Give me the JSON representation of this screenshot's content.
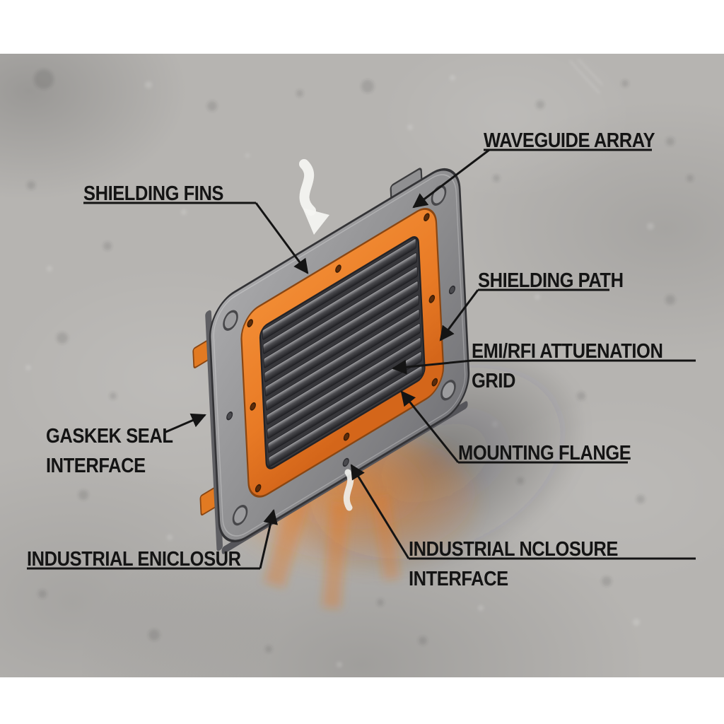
{
  "diagram": {
    "labels": [
      {
        "id": "waveguide-array",
        "text": "WAVEGUIDE ARRAY"
      },
      {
        "id": "shielding-fins",
        "text": "SHIELDING FINS"
      },
      {
        "id": "shielding-path",
        "text": "SHIELDING PATH"
      },
      {
        "id": "emi-rfi-attenuation-grid",
        "text": "EMI/RFI ATTUENATION GRID"
      },
      {
        "id": "gasket-seal-interface",
        "text": "GASKEK SEAL\nINTERFACE"
      },
      {
        "id": "mounting-flange",
        "text": "MOUNTING FLANGE"
      },
      {
        "id": "industrial-enclosure",
        "text": "INDUSTRIAL ENICLOSUR"
      },
      {
        "id": "industrial-enclosure-interface",
        "text": "INDUSTRIAL NCLOSURE INTERFACE"
      }
    ],
    "colors": {
      "accent_orange": "#e87a25",
      "panel_gray": "#8d8d8f",
      "fin_dark": "#3a3a3e",
      "background_concrete": "#b6b4b1",
      "label_text": "#141414"
    },
    "icons": {
      "airflow_top": "curved-down-arrow",
      "airflow_bottom": "squiggle-arrow"
    }
  }
}
